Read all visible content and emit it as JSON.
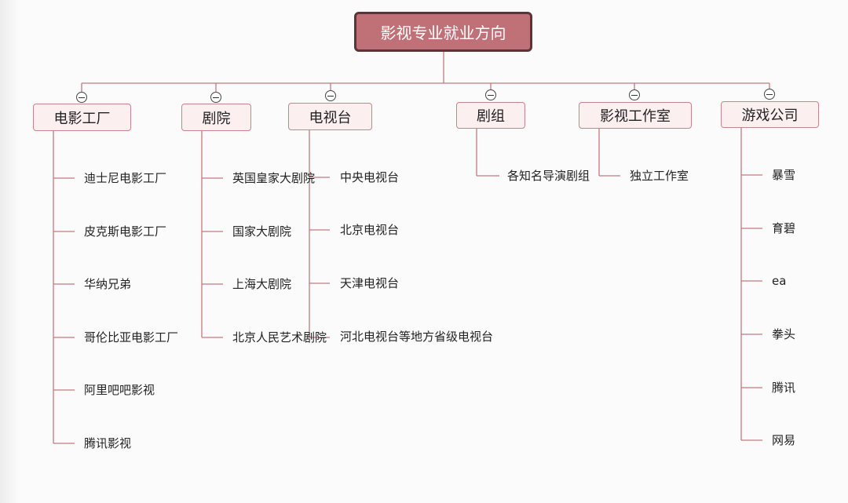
{
  "root": "影视专业就业方向",
  "categories": [
    {
      "label": "电影工厂",
      "items": [
        "迪士尼电影工厂",
        "皮克斯电影工厂",
        "华纳兄弟",
        "哥伦比亚电影工厂",
        "阿里吧吧影视",
        "腾讯影视"
      ]
    },
    {
      "label": "剧院",
      "items": [
        "英国皇家大剧院",
        "国家大剧院",
        "上海大剧院",
        "北京人民艺术剧院"
      ]
    },
    {
      "label": "电视台",
      "items": [
        "中央电视台",
        "北京电视台",
        "天津电视台",
        "河北电视台等地方省级电视台"
      ]
    },
    {
      "label": "剧组",
      "items": [
        "各知名导演剧组"
      ]
    },
    {
      "label": "影视工作室",
      "items": [
        "独立工作室"
      ]
    },
    {
      "label": "游戏公司",
      "items": [
        "暴雪",
        "育碧",
        "ea",
        "拳头",
        "腾讯",
        "网易"
      ]
    }
  ],
  "colors": {
    "line": "#c07a80",
    "root_fill": "#c07177",
    "root_border": "#5a3437",
    "node_fill": "#fbeff0",
    "node_border": "#c9848a"
  },
  "icons": {
    "toggle": "collapse-minus-icon"
  }
}
